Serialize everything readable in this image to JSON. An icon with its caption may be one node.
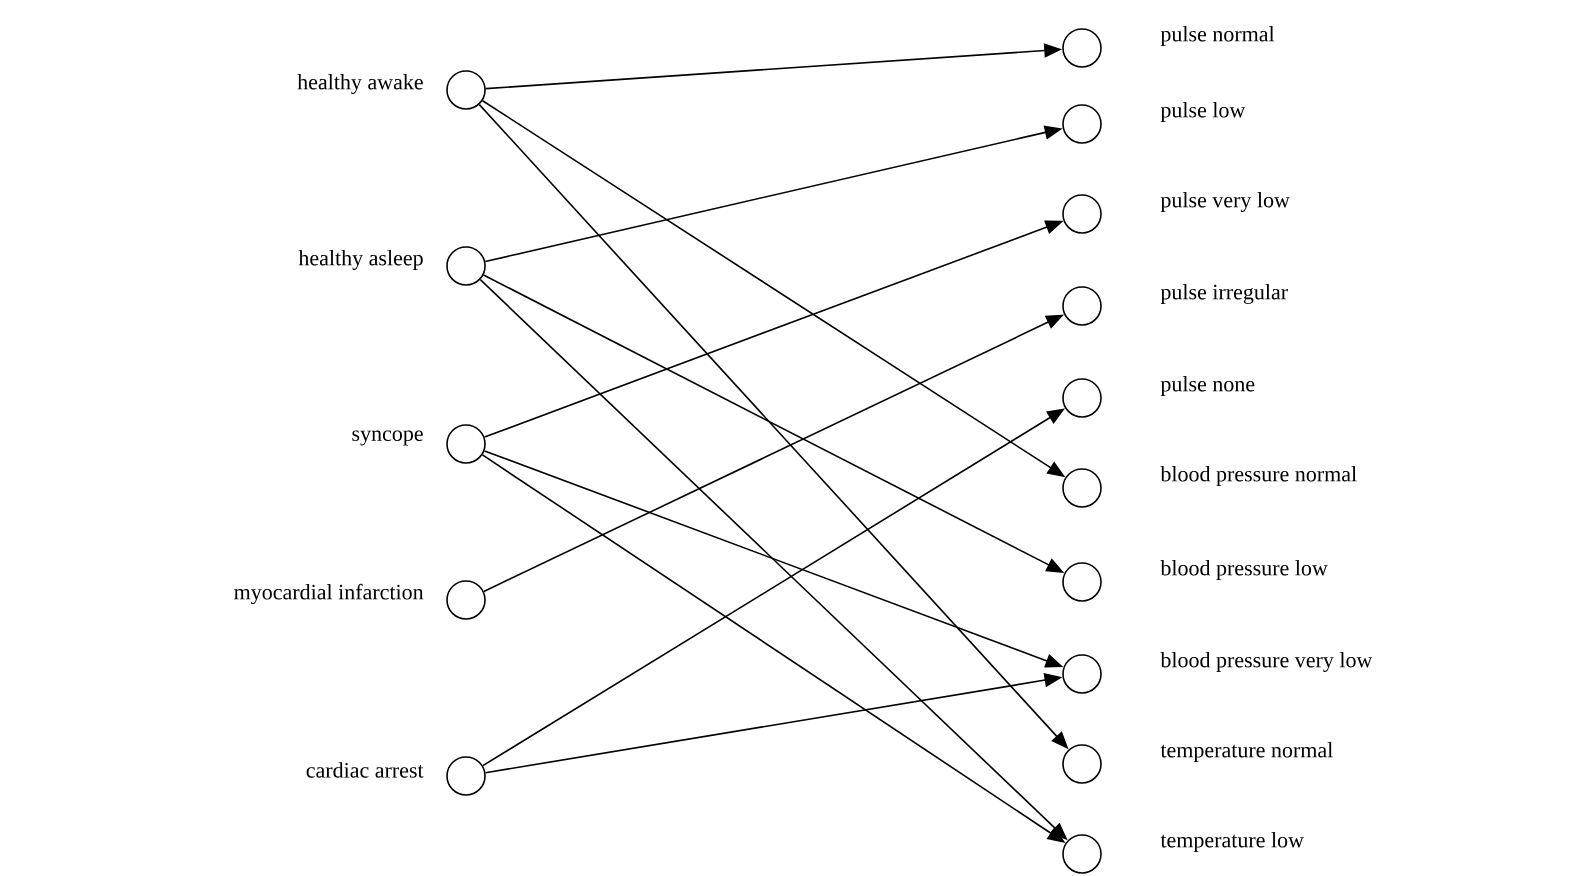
{
  "diagram": {
    "nodes": [
      {
        "text": [
          "healthy awake"
        ]
      },
      {
        "text": [
          "healthy asleep"
        ]
      },
      {
        "text": [
          "syncope"
        ]
      },
      {
        "text": [
          "myocardial infarction"
        ]
      },
      {
        "text": [
          "cardiac arrest"
        ]
      },
      {
        "text": [
          "pulse normal"
        ]
      },
      {
        "text": [
          "pulse low"
        ]
      },
      {
        "text": [
          "pulse very low"
        ]
      },
      {
        "text": [
          "pulse irregular"
        ]
      },
      {
        "text": [
          "pulse none"
        ]
      },
      {
        "text": [
          "blood pressure normal"
        ]
      },
      {
        "text": [
          "blood pressure low"
        ]
      },
      {
        "text": [
          "blood pressure very low"
        ]
      },
      {
        "text": [
          "temperature normal"
        ]
      },
      {
        "text": [
          "temperature low"
        ]
      }
    ],
    "edges": [
      {
        "from": 0,
        "to": 5,
        "arrow": "to"
      },
      {
        "from": 0,
        "to": 10,
        "arrow": "to"
      },
      {
        "from": 0,
        "to": 13,
        "arrow": "to"
      },
      {
        "from": 1,
        "to": 6,
        "arrow": "to"
      },
      {
        "from": 1,
        "to": 11,
        "arrow": "to"
      },
      {
        "from": 1,
        "to": 14,
        "arrow": "to"
      },
      {
        "from": 2,
        "to": 7,
        "arrow": "to"
      },
      {
        "from": 2,
        "to": 12,
        "arrow": "to"
      },
      {
        "from": 2,
        "to": 14,
        "arrow": "to"
      },
      {
        "from": 3,
        "to": 8,
        "arrow": "to"
      },
      {
        "from": 4,
        "to": 9,
        "arrow": "to"
      },
      {
        "from": 4,
        "to": 12,
        "arrow": "to"
      }
    ]
  }
}
